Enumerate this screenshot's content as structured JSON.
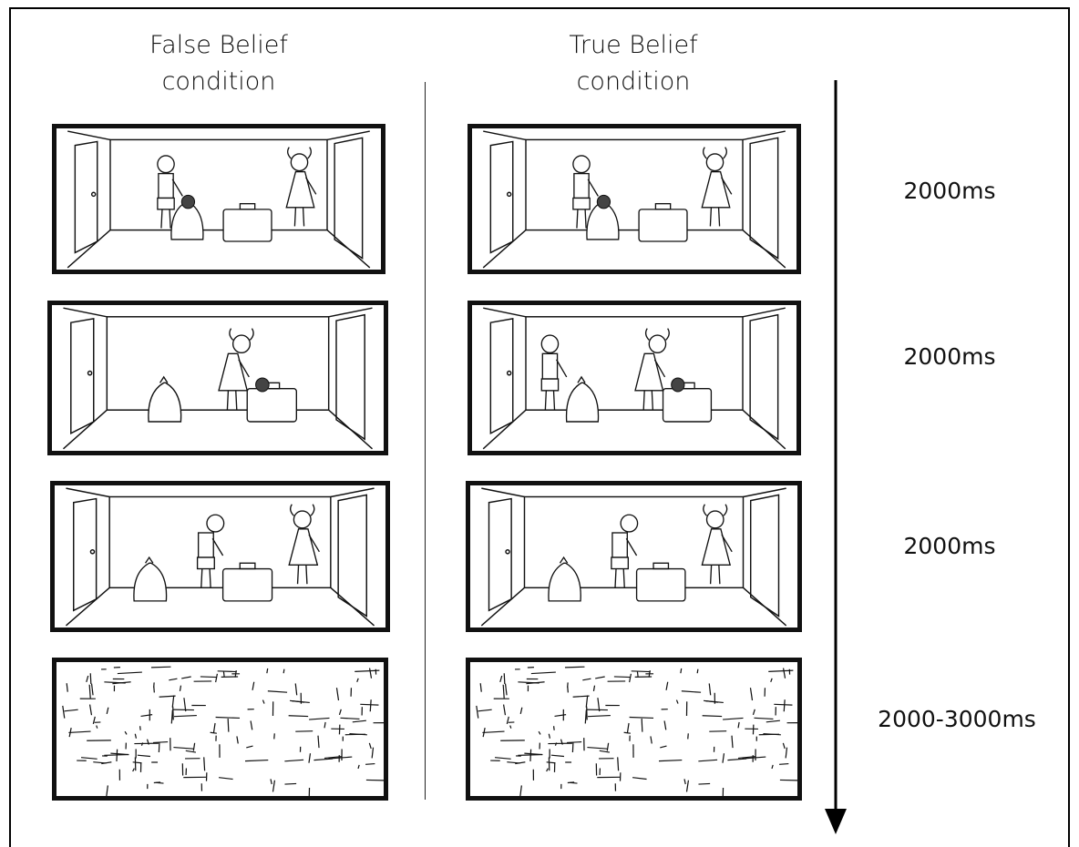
{
  "headers": {
    "false_belief": [
      "False Belief",
      "condition"
    ],
    "true_belief": [
      "True Belief",
      "condition"
    ]
  },
  "timings": [
    "2000ms",
    "2000ms",
    "2000ms",
    "2000-3000ms"
  ],
  "panels": {
    "false_belief": [
      {
        "scene": "boy-puts-ball-in-bag-girl-watching"
      },
      {
        "scene": "girl-moves-ball-to-suitcase-boy-absent"
      },
      {
        "scene": "boy-reaches-into-suitcase-girl-watching"
      },
      {
        "scene": "scrambled-mask"
      }
    ],
    "true_belief": [
      {
        "scene": "boy-puts-ball-in-bag-girl-watching"
      },
      {
        "scene": "girl-moves-ball-to-suitcase-boy-watching"
      },
      {
        "scene": "boy-reaches-into-suitcase-girl-watching"
      },
      {
        "scene": "scrambled-mask"
      }
    ]
  },
  "colors": {
    "ink": "#111111",
    "ball": "#444444"
  }
}
